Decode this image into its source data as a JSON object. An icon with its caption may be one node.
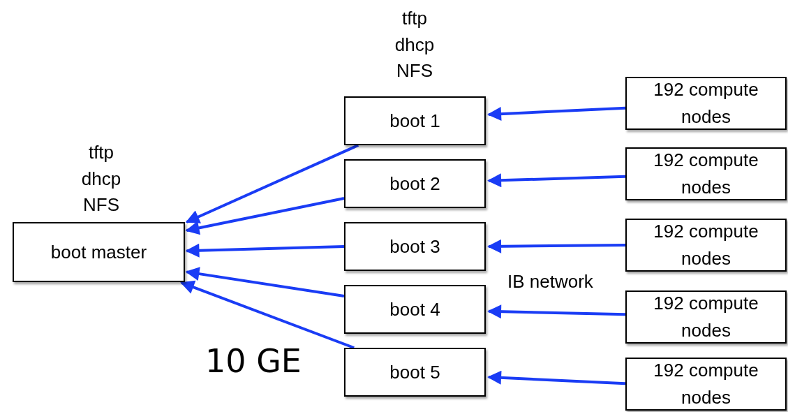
{
  "diagram": {
    "nodes": [
      {
        "text": [
          "boot master"
        ],
        "beside": [
          "tftp dhcp NFS"
        ]
      },
      {
        "text": [
          "boot 1"
        ],
        "beside": [
          "tftp dhcp NFS"
        ]
      },
      {
        "text": [
          "boot 2"
        ]
      },
      {
        "text": [
          "boot 3"
        ]
      },
      {
        "text": [
          "boot 4"
        ]
      },
      {
        "text": [
          "boot 5"
        ]
      },
      {
        "text": [
          "192 compute nodes"
        ]
      },
      {
        "text": [
          "192 compute nodes"
        ]
      },
      {
        "text": [
          "192 compute nodes"
        ]
      },
      {
        "text": [
          "192 compute nodes"
        ]
      },
      {
        "text": [
          "192 compute nodes"
        ]
      }
    ],
    "edges": [
      {
        "from": 1,
        "to": 0,
        "arrow": "to"
      },
      {
        "from": 2,
        "to": 0,
        "arrow": "to"
      },
      {
        "from": 3,
        "to": 0,
        "arrow": "to"
      },
      {
        "from": 4,
        "to": 0,
        "arrow": "to"
      },
      {
        "from": 5,
        "to": 0,
        "arrow": "to"
      },
      {
        "from": 6,
        "to": 1,
        "arrow": "to"
      },
      {
        "from": 7,
        "to": 2,
        "arrow": "to"
      },
      {
        "from": 8,
        "to": 3,
        "arrow": "to"
      },
      {
        "from": 9,
        "to": 4,
        "arrow": "to"
      },
      {
        "from": 10,
        "to": 5,
        "arrow": "to"
      }
    ],
    "labels": [
      "IB network",
      "10 GE"
    ]
  }
}
